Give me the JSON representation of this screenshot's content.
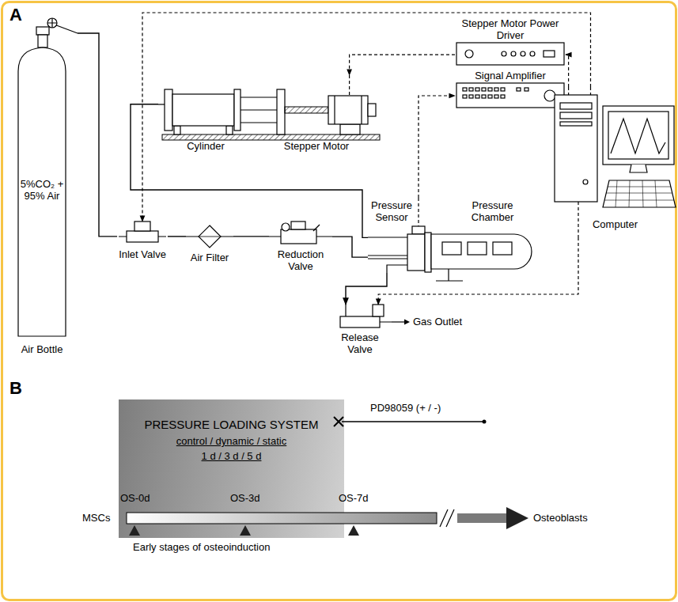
{
  "diagram": {
    "nodes": [
      {
        "text": [
          "5%CO₂ + 95% Air",
          "Air Bottle"
        ]
      },
      {
        "text": [
          "Stepper Motor Power Driver"
        ]
      },
      {
        "text": [
          "Signal Amplifier"
        ]
      },
      {
        "text": [
          "Cylinder"
        ]
      },
      {
        "text": [
          "Stepper Motor"
        ]
      },
      {
        "text": [
          "Computer"
        ]
      },
      {
        "text": [
          "Inlet Valve"
        ]
      },
      {
        "text": [
          "Air Filter"
        ]
      },
      {
        "text": [
          "Reduction Valve"
        ]
      },
      {
        "text": [
          "Pressure Sensor"
        ]
      },
      {
        "text": [
          "Pressure Chamber"
        ]
      },
      {
        "text": [
          "Release Valve"
        ]
      },
      {
        "text": [
          "PRESSURE LOADING SYSTEM",
          "control / dynamic / static",
          "1 d / 3 d / 5 d"
        ]
      }
    ],
    "edges": [
      {
        "from": 0,
        "to": 6,
        "arrow": "none"
      },
      {
        "from": 6,
        "to": 7,
        "arrow": "none"
      },
      {
        "from": 7,
        "to": 8,
        "arrow": "none"
      },
      {
        "from": 8,
        "to": 9,
        "arrow": "none"
      },
      {
        "from": 3,
        "to": 9,
        "arrow": "none"
      },
      {
        "from": 9,
        "to": 11,
        "arrow": "to"
      },
      {
        "from": 5,
        "to": 11,
        "arrow": "to"
      },
      {
        "from": 5,
        "to": 6,
        "arrow": "to"
      },
      {
        "from": 5,
        "to": 1,
        "arrow": "to"
      },
      {
        "from": 1,
        "to": 4,
        "arrow": "to"
      },
      {
        "from": 9,
        "to": 2,
        "arrow": "to"
      },
      {
        "from": 2,
        "to": 5,
        "arrow": "to"
      }
    ],
    "labels": [
      "A",
      "B",
      "Gas Outlet",
      "PD98059 (+ / -)",
      "MSCs",
      "OS-0d",
      "OS-3d",
      "OS-7d",
      "Osteoblasts",
      "Early stages of osteoinduction"
    ]
  }
}
